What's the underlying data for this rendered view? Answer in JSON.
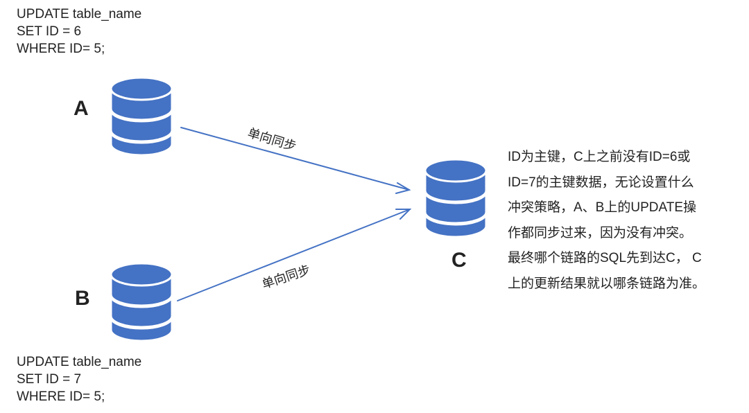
{
  "sql_a": {
    "line1": "UPDATE table_name",
    "line2": "SET ID = 6",
    "line3": "WHERE ID= 5;"
  },
  "sql_b": {
    "line1": "UPDATE table_name",
    "line2": "SET ID = 7",
    "line3": "WHERE ID= 5;"
  },
  "nodes": {
    "a": "A",
    "b": "B",
    "c": "C"
  },
  "edges": {
    "a_to_c": "单向同步",
    "b_to_c": "单向同步"
  },
  "note": {
    "lines": [
      "ID为主键，C上之前没有ID=6或",
      "ID=7的主键数据，无论设置什么",
      "冲突策略，A、B上的UPDATE操",
      "作都同步过来，因为没有冲突。",
      "最终哪个链路的SQL先到达C， C",
      "上的更新结果就以哪条链路为准。"
    ]
  },
  "colors": {
    "database": "#4472c4",
    "arrow": "#4472c4",
    "text": "#222222"
  }
}
